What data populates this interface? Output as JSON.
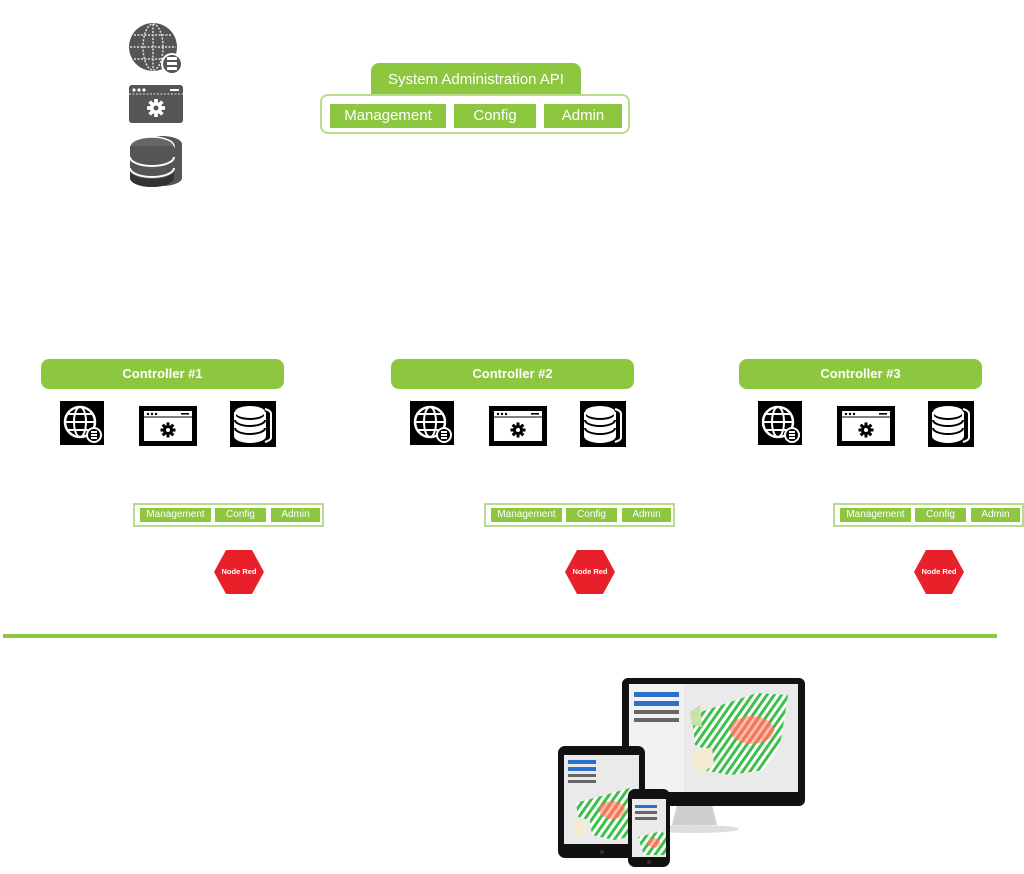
{
  "legend_icons": [
    {
      "name": "web-server-icon"
    },
    {
      "name": "application-settings-icon"
    },
    {
      "name": "database-icon"
    }
  ],
  "system_api": {
    "title": "System Administration API",
    "buttons": [
      "Management",
      "Config",
      "Admin"
    ]
  },
  "controllers": [
    {
      "title": "Controller #1",
      "buttons": [
        "Management",
        "Config",
        "Admin"
      ],
      "node": "Node Red"
    },
    {
      "title": "Controller #2",
      "buttons": [
        "Management",
        "Config",
        "Admin"
      ],
      "node": "Node Red"
    },
    {
      "title": "Controller #3",
      "buttons": [
        "Management",
        "Config",
        "Admin"
      ],
      "node": "Node Red"
    }
  ],
  "clients": {
    "devices": [
      "desktop-monitor",
      "tablet",
      "smartphone"
    ]
  },
  "colors": {
    "accent_green": "#8dc63f",
    "border_green": "#b7dc8a",
    "node_red": "#e8202a",
    "icon_grey": "#555555"
  }
}
